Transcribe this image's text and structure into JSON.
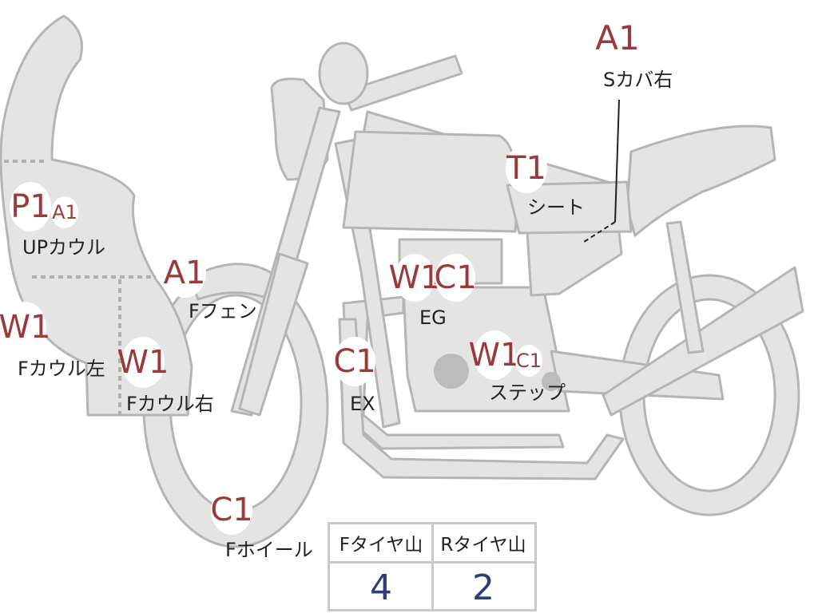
{
  "badges": {
    "a1_scover": "A1",
    "t1_seat": "T1",
    "p1_upcowl": "P1",
    "a1_upcowl": "A1",
    "a1_ffender": "A1",
    "w1_eg": "W1",
    "c1_eg": "C1",
    "w1_fcowl_left": "W1",
    "w1_fcowl_right": "W1",
    "c1_ex": "C1",
    "w1_step": "W1",
    "c1_step": "C1",
    "c1_fwheel": "C1"
  },
  "labels": {
    "scover_right": "Sカバ右",
    "seat": "シート",
    "up_cowl": "UPカウル",
    "f_fender": "Fフェン",
    "eg": "EG",
    "f_cowl_left": "Fカウル左",
    "f_cowl_right": "Fカウル右",
    "ex": "EX",
    "step": "ステップ",
    "f_wheel": "Fホイール"
  },
  "tire_table": {
    "front_header": "Fタイヤ山",
    "rear_header": "Rタイヤ山",
    "front_value": "4",
    "rear_value": "2"
  },
  "colors": {
    "part_fill": "#e4e4e2",
    "part_stroke": "#b5b5b3",
    "badge_text": "#9b3a3a",
    "value_text": "#2c3e7a"
  }
}
